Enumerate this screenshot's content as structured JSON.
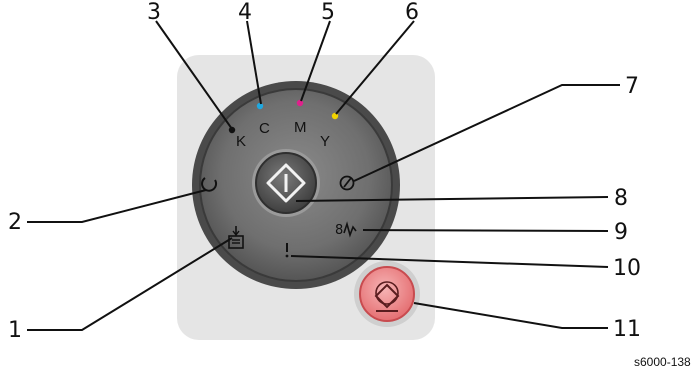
{
  "figure_code": "s6000-138",
  "panel": {
    "toner_indicators": [
      {
        "letter": "K",
        "color": "#111111"
      },
      {
        "letter": "C",
        "color": "#1fa8e0"
      },
      {
        "letter": "M",
        "color": "#e0208c"
      },
      {
        "letter": "Y",
        "color": "#f2d400"
      }
    ],
    "callouts": [
      "1",
      "2",
      "3",
      "4",
      "5",
      "6",
      "7",
      "8",
      "9",
      "10",
      "11"
    ],
    "colors": {
      "panel_background": "#e5e5e5",
      "dial_dark": "#4d4d4d",
      "dial_mid": "#7c7c7c",
      "dial_inner": "#6b6b6b",
      "start_button": "#5b5b5b",
      "cancel_button": "#ef8f90",
      "cancel_button_ring": "#c84b4f"
    },
    "icons": {
      "paper_tray": "paper-tray-icon",
      "power_saver": "power-saver-icon",
      "start": "start-icon",
      "wireless": "wireless-icon",
      "error": "error-icon",
      "warning": "warning-icon",
      "cancel": "cancel-job-icon"
    }
  }
}
